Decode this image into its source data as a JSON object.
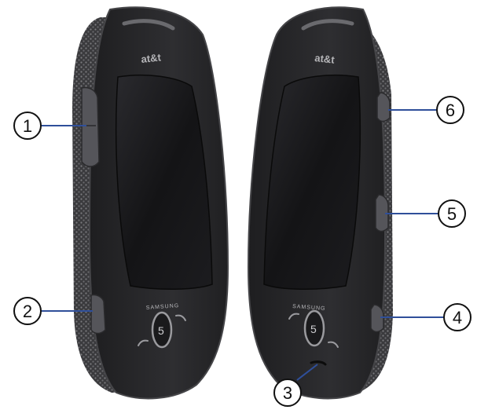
{
  "colors": {
    "background": "#ffffff",
    "phone_body": "#2a2a2c",
    "phone_edge": "#454548",
    "screen": "#161618",
    "texture": "#7a7a7e",
    "leader_line": "#2f4f9a",
    "callout_circle": "#111111"
  },
  "left_phone": {
    "brand_logo": "at&t",
    "maker_logo": "SAMSUNG",
    "nav_key_glyph": "5"
  },
  "right_phone": {
    "brand_logo": "at&t",
    "maker_logo": "SAMSUNG",
    "nav_key_glyph": "5"
  },
  "callouts": [
    {
      "label": "1"
    },
    {
      "label": "2"
    },
    {
      "label": "3"
    },
    {
      "label": "4"
    },
    {
      "label": "5"
    },
    {
      "label": "6"
    }
  ]
}
